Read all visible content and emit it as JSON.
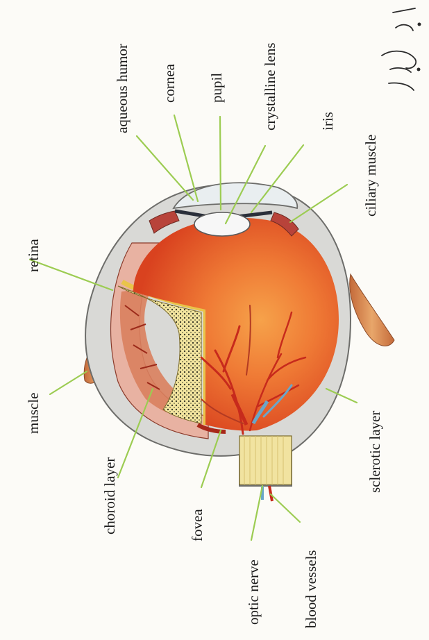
{
  "labels": {
    "aqueous_humor": "aqueous humor",
    "cornea": "cornea",
    "pupil": "pupil",
    "crystalline_lens": "crystalline lens",
    "iris": "iris",
    "ciliary_muscle": "ciliary muscle",
    "retina": "retina",
    "muscle": "muscle",
    "choroid_layer": "choroid layer",
    "fovea": "fovea",
    "optic_nerve": "optic nerve",
    "blood_vessels": "blood vessels",
    "sclerotic_layer": "sclerotic layer"
  },
  "signature": "m. bert",
  "colors": {
    "pointer_line": "#9ccc52",
    "vitreous": "#e05a2a",
    "sclera": "#d9d9d6",
    "choroid": "#d9805e",
    "retina_band": "#f2dc7a",
    "optic_nerve": "#f1e3a0",
    "artery": "#c72a1c",
    "vein": "#6aa6c9",
    "muscle": "#d98a4f"
  }
}
